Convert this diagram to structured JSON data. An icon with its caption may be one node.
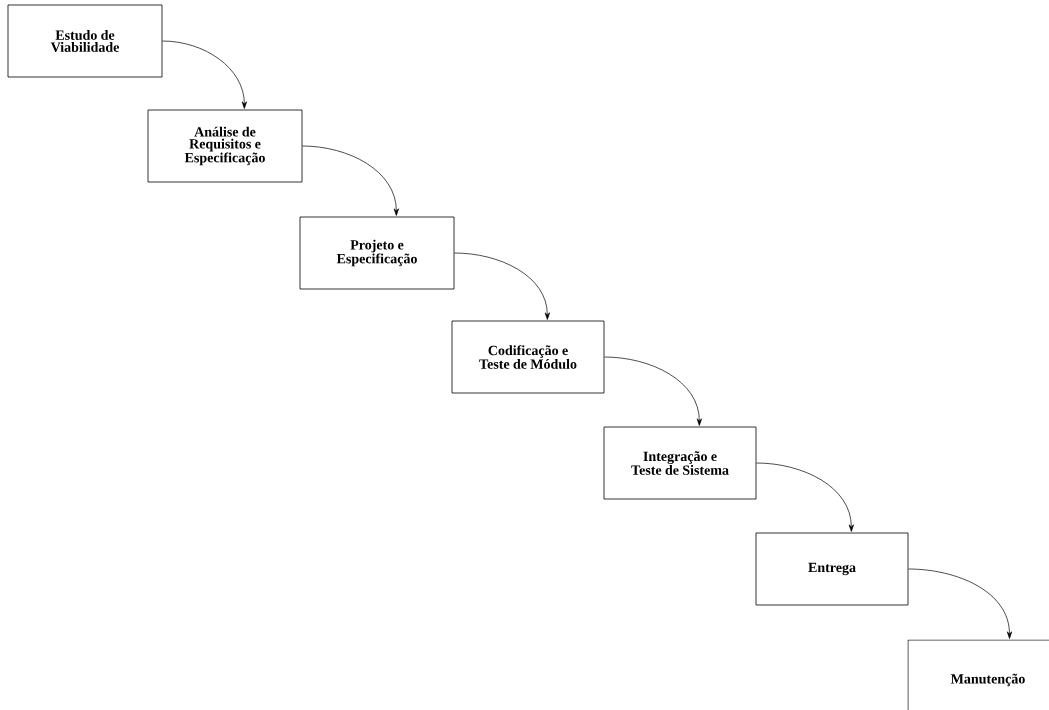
{
  "diagram": {
    "nodes": [
      {
        "text": [
          "Estudo de Viabilidade"
        ]
      },
      {
        "text": [
          "Análise de Requisitos e Especificação"
        ]
      },
      {
        "text": [
          "Projeto e Especificação"
        ]
      },
      {
        "text": [
          "Codificação e Teste de Módulo"
        ]
      },
      {
        "text": [
          "Integração e Teste de Sistema"
        ]
      },
      {
        "text": [
          "Entrega"
        ]
      },
      {
        "text": [
          "Manutenção"
        ]
      }
    ],
    "edges": [
      {
        "from": 0,
        "to": 1,
        "arrow": "to"
      },
      {
        "from": 1,
        "to": 2,
        "arrow": "to"
      },
      {
        "from": 2,
        "to": 3,
        "arrow": "to"
      },
      {
        "from": 3,
        "to": 4,
        "arrow": "to"
      },
      {
        "from": 4,
        "to": 5,
        "arrow": "to"
      },
      {
        "from": 5,
        "to": 6,
        "arrow": "to"
      }
    ]
  }
}
